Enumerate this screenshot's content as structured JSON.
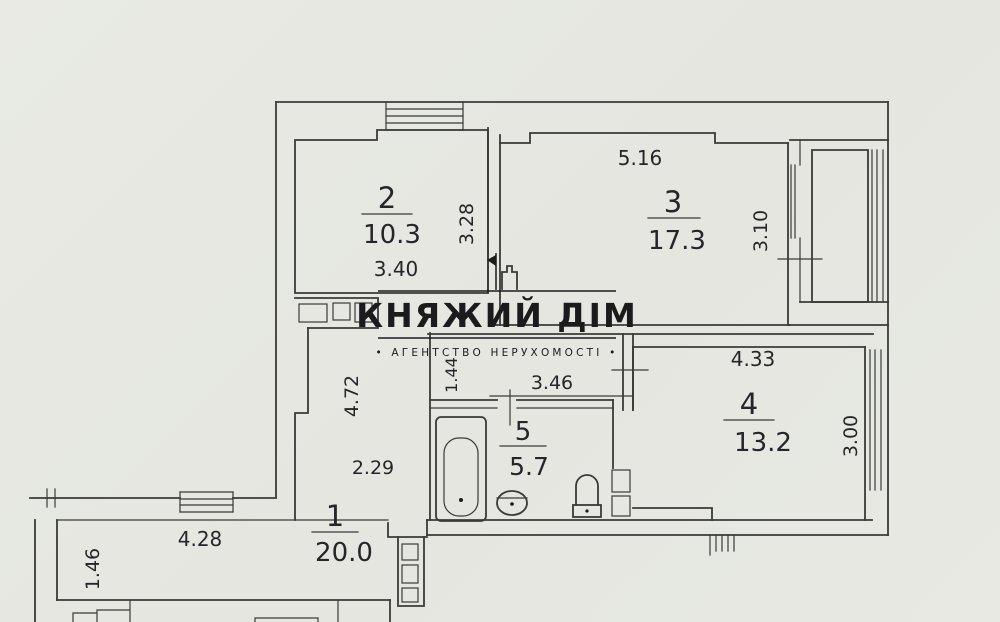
{
  "watermark": {
    "title": "КНЯЖИЙ ДІМ",
    "subtitle": "• АГЕНТСТВО НЕРУХОМОСТІ •"
  },
  "rooms": [
    {
      "number": "1",
      "area": "20.0",
      "kind": "hallway"
    },
    {
      "number": "2",
      "area": "10.3",
      "kind": "room"
    },
    {
      "number": "3",
      "area": "17.3",
      "kind": "room"
    },
    {
      "number": "4",
      "area": "13.2",
      "kind": "room"
    },
    {
      "number": "5",
      "area": "5.7",
      "kind": "bathroom"
    }
  ],
  "dimensions": {
    "room2_width": "3.40",
    "room2_depth": "3.28",
    "room3_width": "5.16",
    "room3_depth": "3.10",
    "room4_width": "4.33",
    "room4_depth": "3.00",
    "bath_width": "3.46",
    "bath_passage": "1.44",
    "hall_side": "4.72",
    "hall_nook": "2.29",
    "hall_width": "4.28",
    "hall_depth": "1.46"
  },
  "colors": {
    "paper": "#e7e8e2",
    "line": "#3a3a38",
    "text": "#26262a",
    "logo": "#1b1b1d"
  }
}
